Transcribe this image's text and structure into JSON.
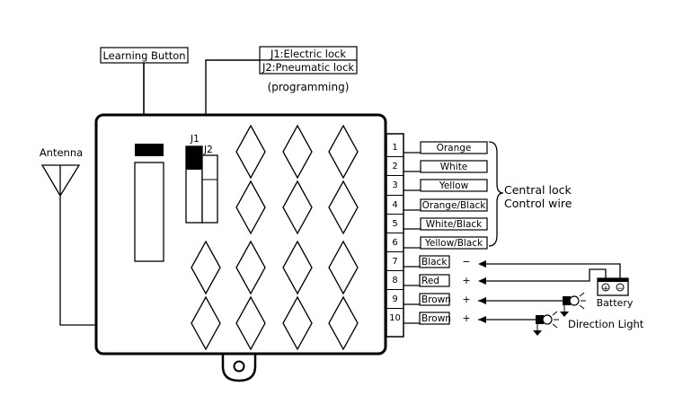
{
  "callouts": {
    "learning_button": "Learning Button",
    "j1_desc": "J1:Electric lock",
    "j2_desc": "J2:Pneumatic lock",
    "programming": "(programming)"
  },
  "jumpers": {
    "j1": "J1",
    "j2": "J2"
  },
  "antenna": "Antenna",
  "terminals": [
    {
      "num": "1",
      "wire": "Orange"
    },
    {
      "num": "2",
      "wire": "White"
    },
    {
      "num": "3",
      "wire": "Yellow"
    },
    {
      "num": "4",
      "wire": "Orange/Black"
    },
    {
      "num": "5",
      "wire": "White/Black"
    },
    {
      "num": "6",
      "wire": "Yellow/Black"
    },
    {
      "num": "7",
      "wire": "Black",
      "polarity": "−"
    },
    {
      "num": "8",
      "wire": "Red",
      "polarity": "+"
    },
    {
      "num": "9",
      "wire": "Brown",
      "polarity": "+"
    },
    {
      "num": "10",
      "wire": "Brown",
      "polarity": "+"
    }
  ],
  "central_lock": {
    "line1": "Central lock",
    "line2": "Control wire"
  },
  "battery": {
    "label": "Battery",
    "plus": "+",
    "minus": "−"
  },
  "direction_light": "Direction Light"
}
